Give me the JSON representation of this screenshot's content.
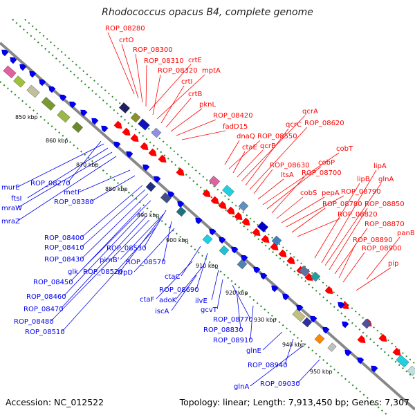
{
  "title": "Rhodococcus opacus B4, complete genome",
  "footer": {
    "accession": "Accession: NC_012522",
    "topology": "Topology: linear; Length: 7,913,450 bp; Genes: 7,307"
  },
  "colors": {
    "backbone": "#888888",
    "ruler_dots": "#2e8b2e",
    "forward_label": "#ff0000",
    "reverse_label": "#0000ee"
  },
  "kbp_ticks": [
    "850 kbp",
    "860 kbp",
    "870 kbp",
    "880 kbp",
    "890 kbp",
    "900 kbp",
    "910 kbp",
    "920 kbp",
    "930 kbp",
    "940 kbp",
    "950 kbp"
  ],
  "forward_labels": [
    "ROP_08280",
    "crtO",
    "ROP_08300",
    "ROP_08310",
    "crtE",
    "ROP_08320",
    "mptA",
    "crtI",
    "crtB",
    "pknL",
    "ROP_08420",
    "fadD15",
    "dnaQ",
    "ROP_08550",
    "ctaE",
    "qcrB",
    "qcrA",
    "qcrC",
    "ROP_08620",
    "ROP_08630",
    "ltsA",
    "cobT",
    "cobP",
    "ROP_08700",
    "cobS",
    "pepA",
    "ROP_08790",
    "lipA",
    "lipB",
    "glnA",
    "ROP_08780",
    "ROP_08850",
    "ROP_08820",
    "ROP_08870",
    "panB",
    "ROP_08890",
    "ROP_08900",
    "pip"
  ],
  "reverse_labels": [
    "murE",
    "ftsI",
    "mraW",
    "mraZ",
    "ROP_08270",
    "metF",
    "ROP_08380",
    "ROP_08400",
    "ROP_08410",
    "ROP_08430",
    "ROP_08530",
    "pimB'",
    "glk",
    "ROP_08520",
    "ROP_08570",
    "ROP_08450",
    "trpD",
    "ROP_08460",
    "ROP_08470",
    "ROP_08480",
    "ROP_08510",
    "ctaC",
    "ROP_08690",
    "ctaF",
    "adoK",
    "ilvE",
    "iscA",
    "gcvT",
    "ROP_08770",
    "ROP_08830",
    "ROP_08910",
    "glnE",
    "ROP_08940",
    "glnA",
    "ROP_09030"
  ]
}
